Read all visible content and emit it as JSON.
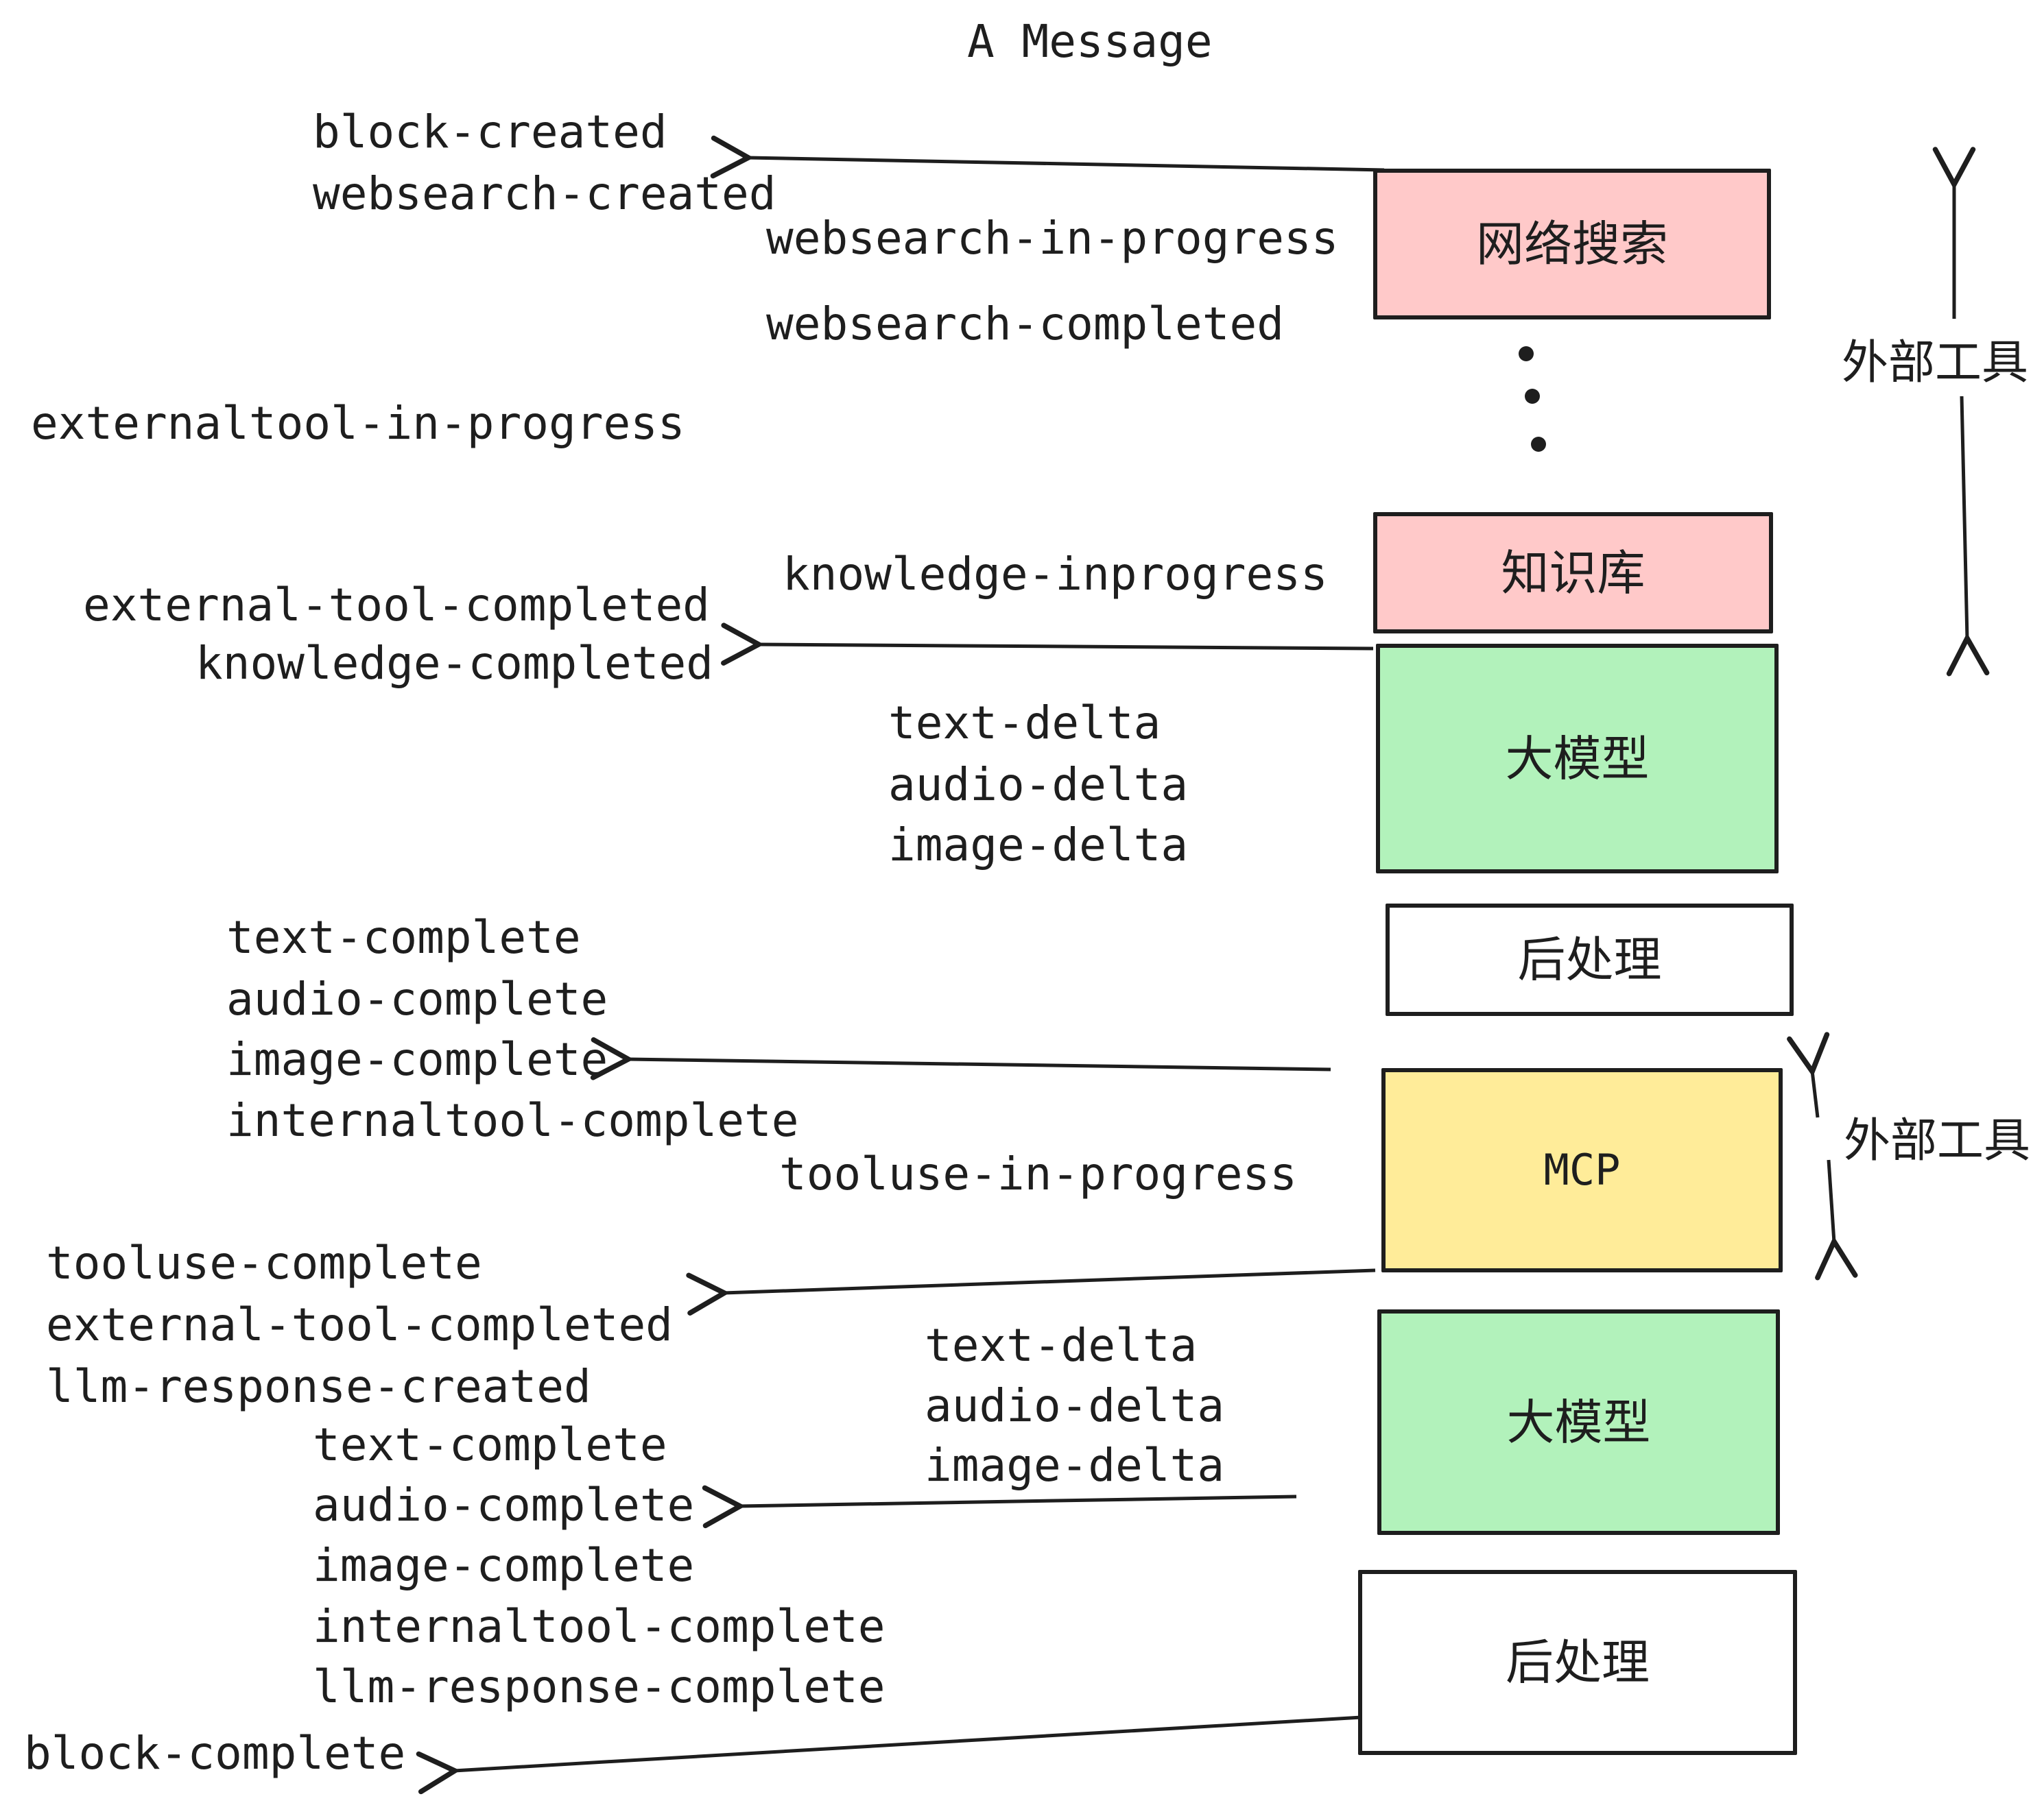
{
  "title": "A Message",
  "colors": {
    "box_pink": "#ffc9c9",
    "box_green": "#b2f2bb",
    "box_yellow": "#ffec99",
    "box_white": "#ffffff",
    "stroke": "#1e1e1e"
  },
  "boxes": [
    {
      "id": "websearch",
      "label": "网络搜索",
      "color": "#ffc9c9"
    },
    {
      "id": "knowledge",
      "label": "知识库",
      "color": "#ffc9c9"
    },
    {
      "id": "llm-1",
      "label": "大模型",
      "color": "#b2f2bb"
    },
    {
      "id": "post-1",
      "label": "后处理",
      "color": "#ffffff"
    },
    {
      "id": "mcp",
      "label": "MCP",
      "color": "#ffec99"
    },
    {
      "id": "llm-2",
      "label": "大模型",
      "color": "#b2f2bb"
    },
    {
      "id": "post-2",
      "label": "后处理",
      "color": "#ffffff"
    }
  ],
  "side_labels": [
    {
      "text": "外部工具"
    },
    {
      "text": "外部工具"
    }
  ],
  "events": [
    {
      "text": "block-created"
    },
    {
      "text": "websearch-created"
    },
    {
      "text": "websearch-in-progress"
    },
    {
      "text": "websearch-completed"
    },
    {
      "text": "externaltool-in-progress"
    },
    {
      "text": "knowledge-inprogress"
    },
    {
      "text": "external-tool-completed"
    },
    {
      "text": "knowledge-completed"
    },
    {
      "text": "text-delta"
    },
    {
      "text": "audio-delta"
    },
    {
      "text": "image-delta"
    },
    {
      "text": "text-complete"
    },
    {
      "text": "audio-complete"
    },
    {
      "text": "image-complete"
    },
    {
      "text": "internaltool-complete"
    },
    {
      "text": "tooluse-in-progress"
    },
    {
      "text": "tooluse-complete"
    },
    {
      "text": "external-tool-completed"
    },
    {
      "text": "llm-response-created"
    },
    {
      "text": "text-delta"
    },
    {
      "text": "audio-delta"
    },
    {
      "text": "image-delta"
    },
    {
      "text": "text-complete"
    },
    {
      "text": "audio-complete"
    },
    {
      "text": "image-complete"
    },
    {
      "text": "internaltool-complete"
    },
    {
      "text": "llm-response-complete"
    },
    {
      "text": "block-complete"
    }
  ]
}
